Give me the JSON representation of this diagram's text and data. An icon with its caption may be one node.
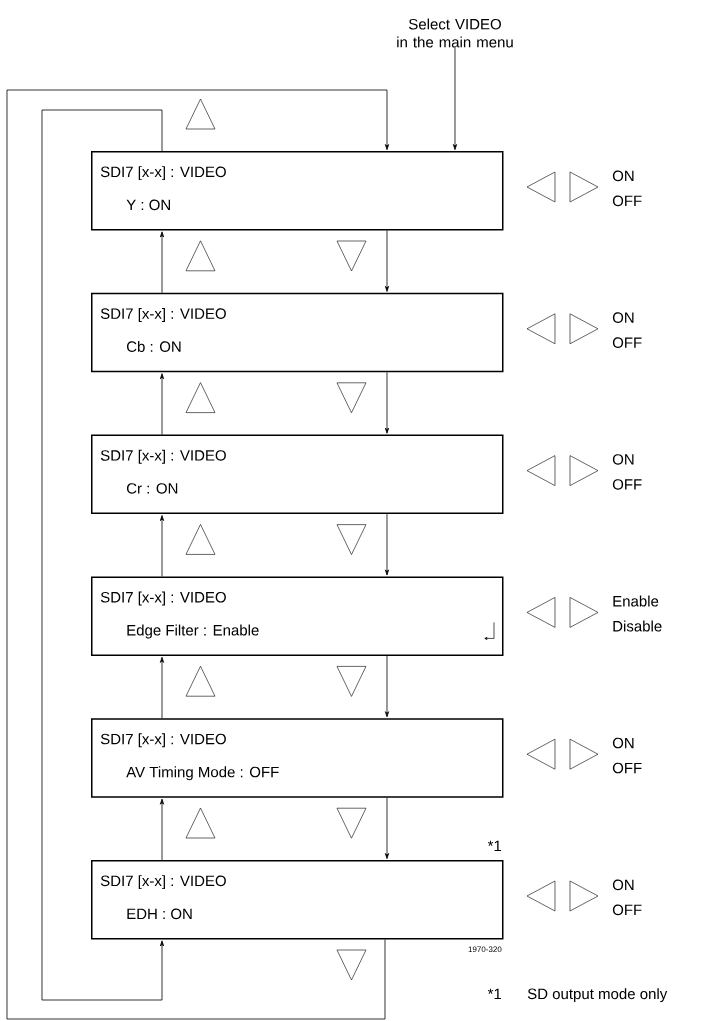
{
  "diagram": {
    "nodes": [
      {
        "text": [
          "SDI7 [x-x] : VIDEO",
          "Y : ON"
        ]
      },
      {
        "text": [
          "SDI7 [x-x] : VIDEO",
          "Cb : ON"
        ]
      },
      {
        "text": [
          "SDI7 [x-x] : VIDEO",
          "Cr : ON"
        ]
      },
      {
        "text": [
          "SDI7 [x-x] : VIDEO",
          "Edge Filter : Enable"
        ]
      },
      {
        "text": [
          "SDI7 [x-x] : VIDEO",
          "AV Timing Mode : OFF"
        ]
      },
      {
        "text": [
          "SDI7 [x-x] : VIDEO",
          "EDH : ON"
        ],
        "beside": [
          "*1"
        ]
      },
      {
        "text": [
          "Select VIDEO in the main menu"
        ]
      }
    ],
    "edges": [
      {
        "from": 6,
        "to": 0,
        "arrow": "to"
      },
      {
        "from": 0,
        "to": 1,
        "arrow": "to"
      },
      {
        "from": 1,
        "to": 0,
        "arrow": "to"
      },
      {
        "from": 1,
        "to": 2,
        "arrow": "to"
      },
      {
        "from": 2,
        "to": 1,
        "arrow": "to"
      },
      {
        "from": 2,
        "to": 3,
        "arrow": "to"
      },
      {
        "from": 3,
        "to": 2,
        "arrow": "to"
      },
      {
        "from": 3,
        "to": 4,
        "arrow": "to"
      },
      {
        "from": 4,
        "to": 3,
        "arrow": "to"
      },
      {
        "from": 4,
        "to": 5,
        "arrow": "to"
      },
      {
        "from": 5,
        "to": 4,
        "arrow": "to"
      },
      {
        "from": 5,
        "to": 0,
        "arrow": "to"
      },
      {
        "from": 0,
        "to": 5,
        "arrow": "to"
      }
    ],
    "labels": [
      "ON",
      "OFF",
      "ON",
      "OFF",
      "ON",
      "OFF",
      "Enable",
      "Disable",
      "ON",
      "OFF",
      "ON",
      "OFF",
      "1970-320",
      "*1",
      "SD output mode only"
    ]
  }
}
